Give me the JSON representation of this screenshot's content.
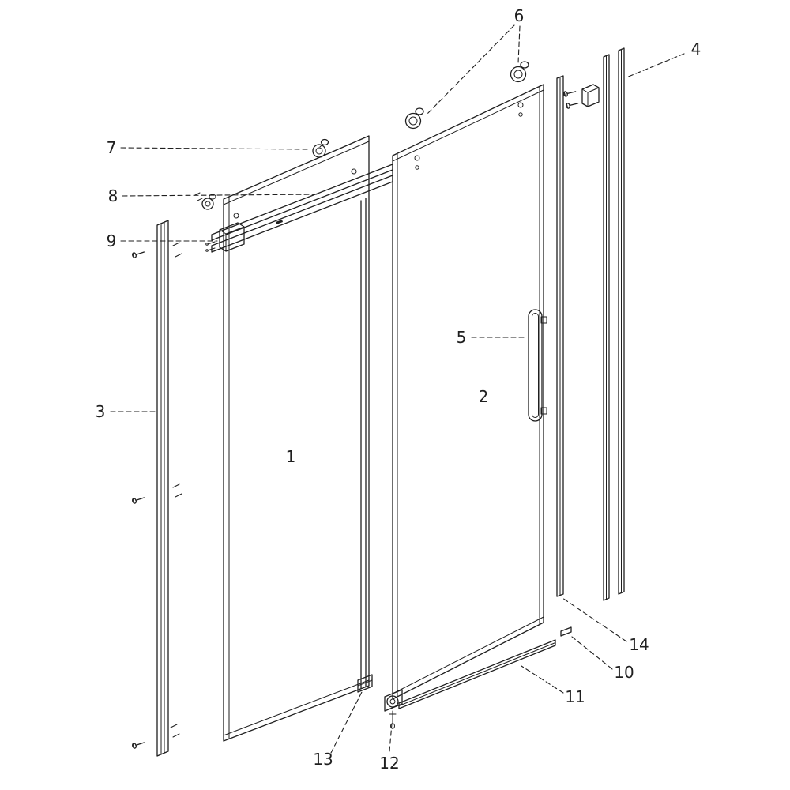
{
  "diagram": {
    "background": "#ffffff",
    "line_color": "#1f1f1f",
    "labels": {
      "p1": "1",
      "p2": "2",
      "p3": "3",
      "p4": "4",
      "p5": "5",
      "p6": "6",
      "p7": "7",
      "p8": "8",
      "p9": "9",
      "p10": "10",
      "p11": "11",
      "p12": "12",
      "p13": "13",
      "p14": "14"
    }
  }
}
